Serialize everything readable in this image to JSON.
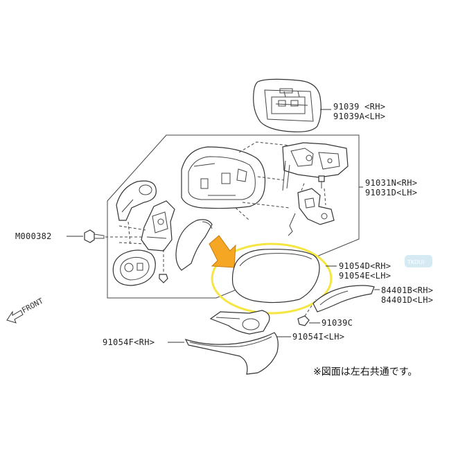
{
  "labels": {
    "mirror_glass": [
      "91039 <RH>",
      "91039A<LH>"
    ],
    "mirror_body": [
      "91031N<RH>",
      "91031D<LH>"
    ],
    "screw": "M000382",
    "cover": [
      "91054D<RH>",
      "91054E<LH>"
    ],
    "turn_lamp": [
      "84401B<RH>",
      "84401D<LH>"
    ],
    "clip": "91039C",
    "lower_cover_rh": "91054F<RH>",
    "lower_cover_lh": "91054I<LH>"
  },
  "front": "FRONT",
  "note": "※図面は左右共通です。",
  "watermark": "TKDUi",
  "colors": {
    "highlight": "#f5e642",
    "arrow_fill": "#f5a623",
    "line": "#333333",
    "watermark_bg": "#cfe6f2"
  }
}
